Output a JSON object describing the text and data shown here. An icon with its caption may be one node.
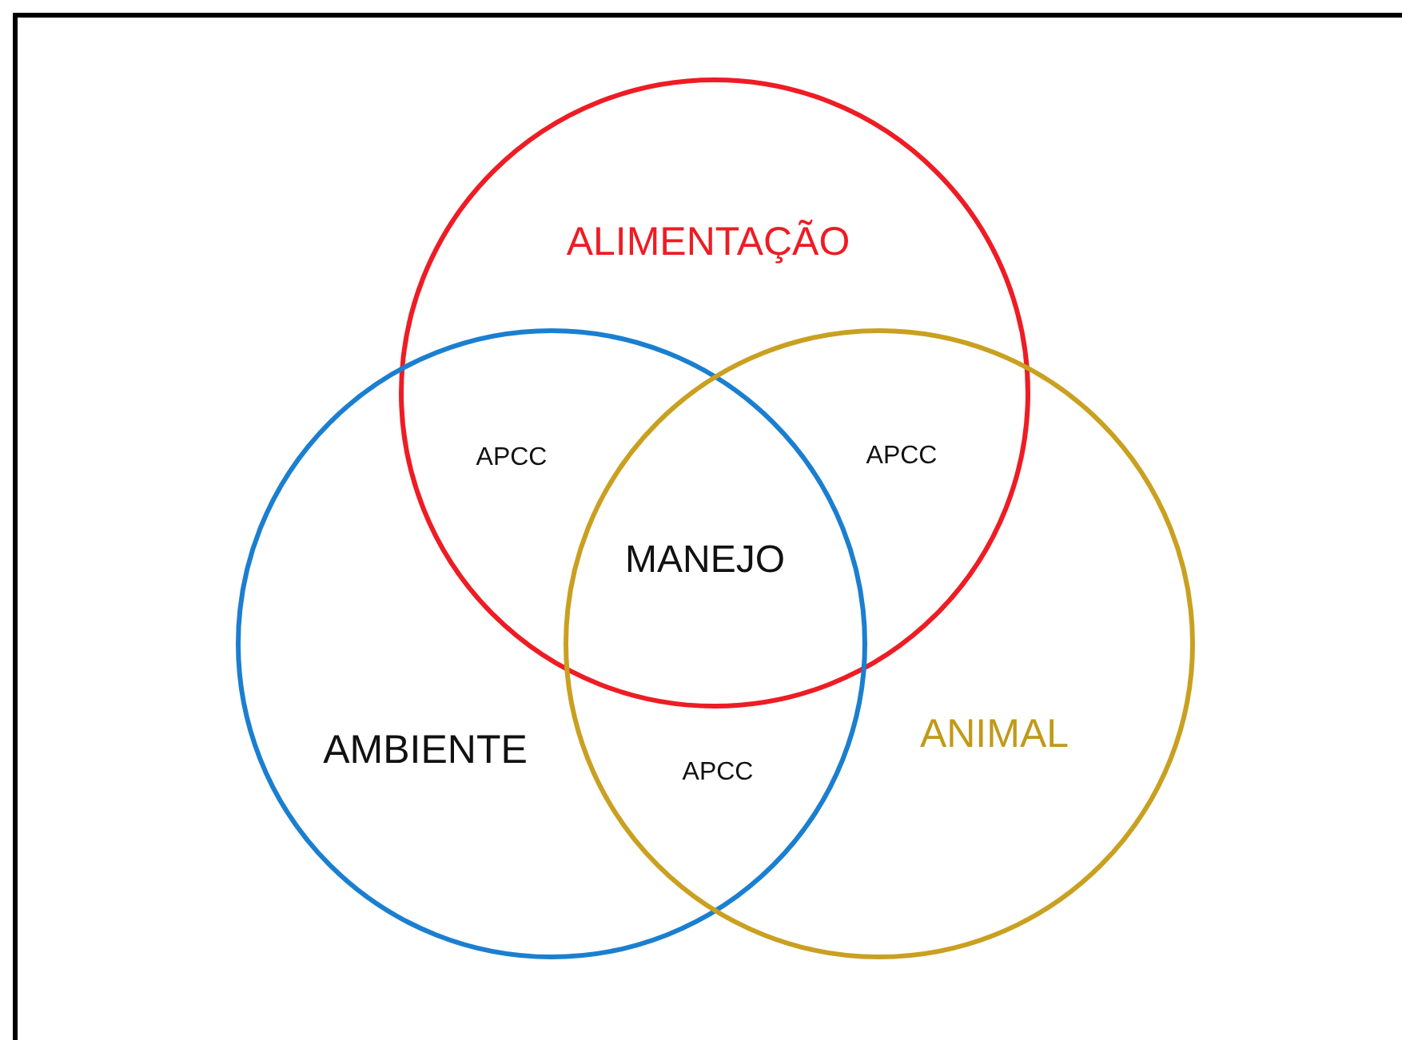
{
  "diagram": {
    "nodes": [
      {
        "text": [
          "ALIMENTAÇÃO"
        ]
      },
      {
        "text": [
          "AMBIENTE"
        ]
      },
      {
        "text": [
          "ANIMAL"
        ]
      }
    ],
    "edges": [],
    "labels": [
      "APCC",
      "APCC",
      "MANEJO",
      "APCC"
    ]
  }
}
